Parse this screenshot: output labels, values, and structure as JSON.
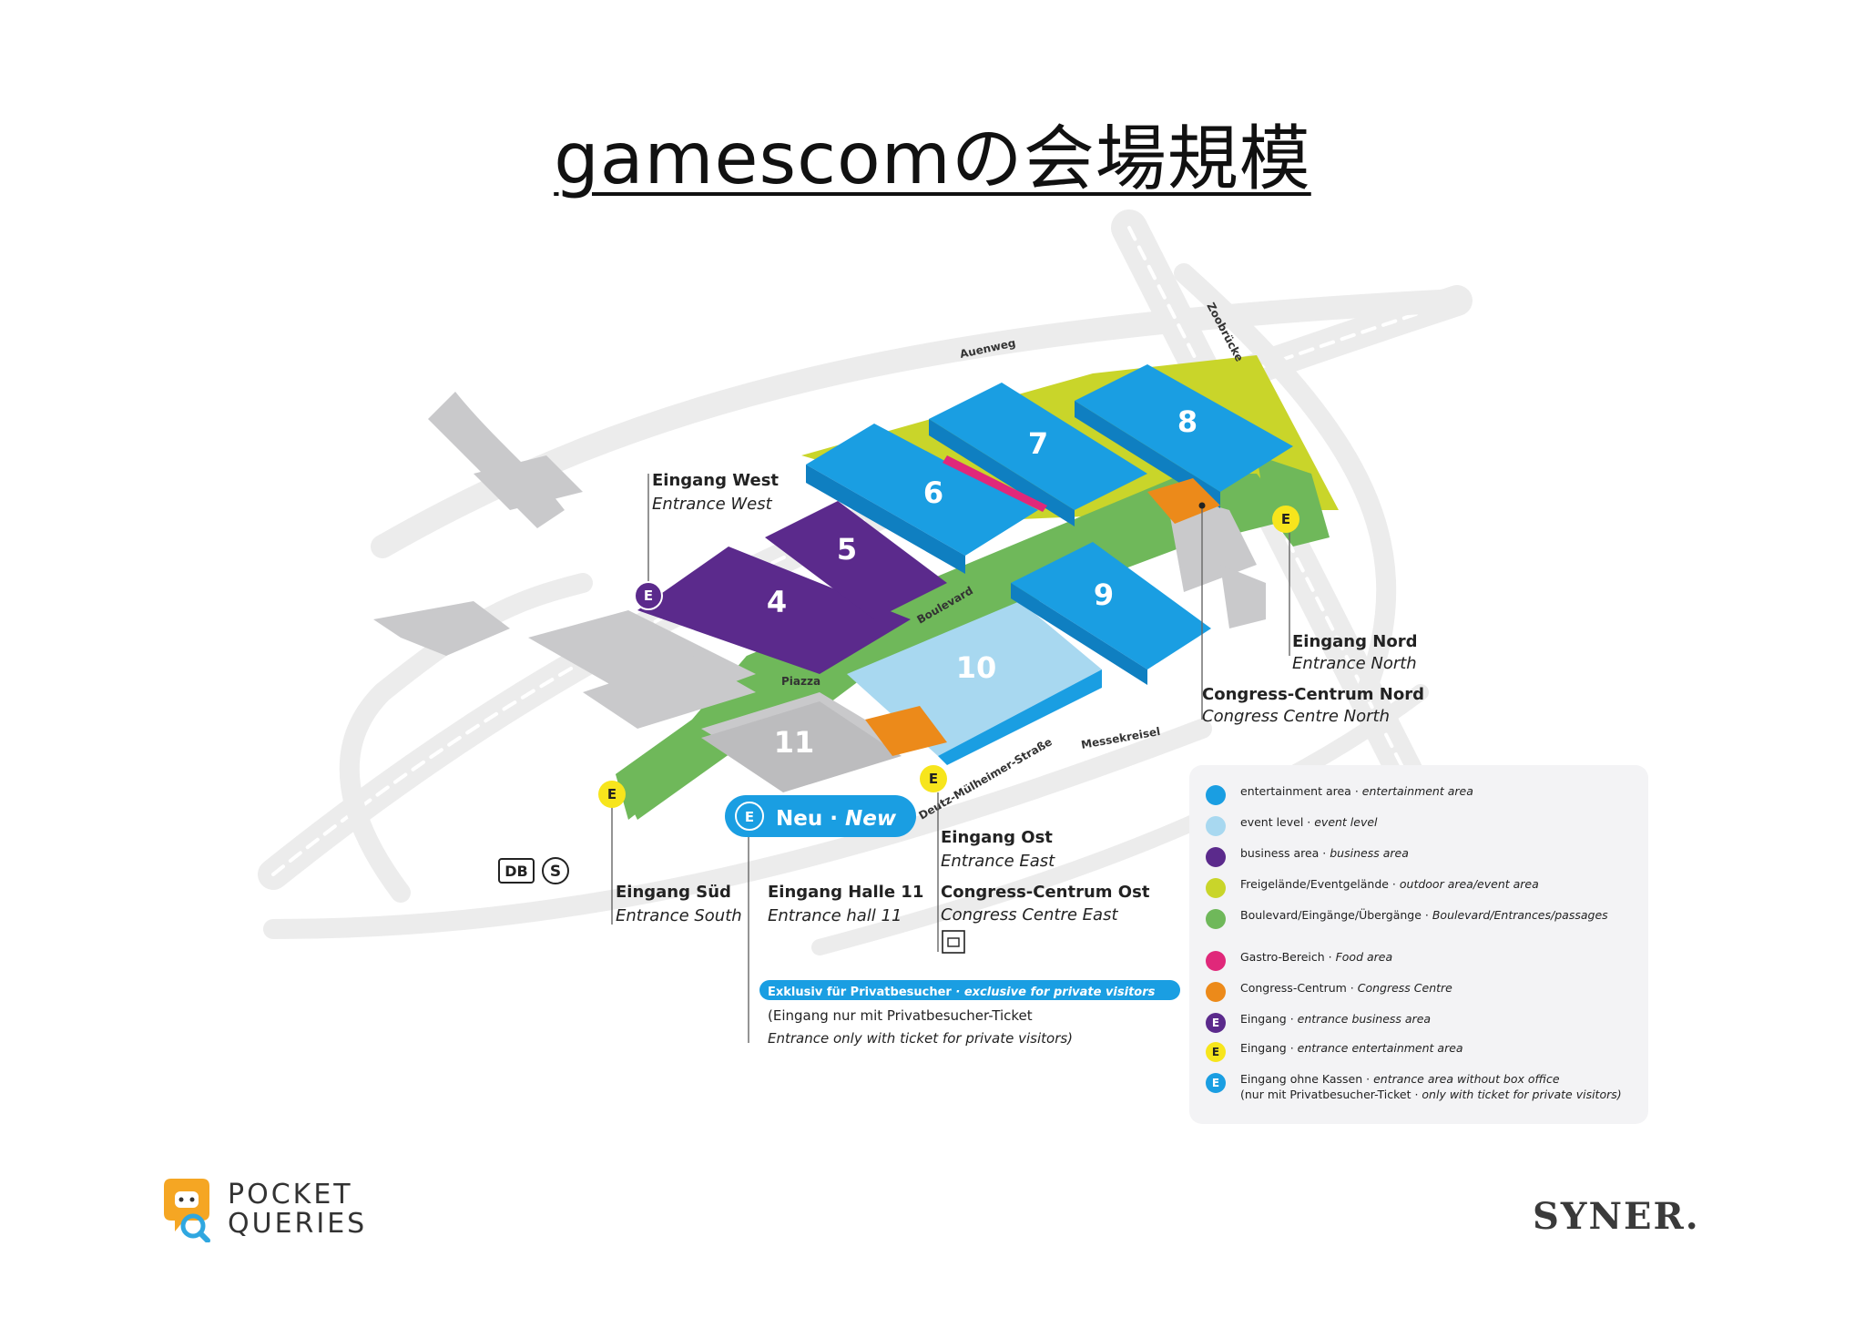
{
  "title": "gamescomの会場規模",
  "map": {
    "streets": {
      "auenweg": "Auenweg",
      "zoobruecke": "Zoobrücke",
      "boulevard": "Boulevard",
      "piazza": "Piazza",
      "deutz": "Deutz-Mülheimer-Straße",
      "messekreisel": "Messekreisel"
    },
    "halls": [
      {
        "id": "4",
        "label": "4"
      },
      {
        "id": "5",
        "label": "5"
      },
      {
        "id": "6",
        "label": "6"
      },
      {
        "id": "7",
        "label": "7"
      },
      {
        "id": "8",
        "label": "8"
      },
      {
        "id": "9",
        "label": "9"
      },
      {
        "id": "10",
        "label": "10"
      },
      {
        "id": "11",
        "label": "11"
      }
    ],
    "entrance_marker": "E",
    "entrances": {
      "west": {
        "de": "Eingang West",
        "en": "Entrance West"
      },
      "nord": {
        "de": "Eingang Nord",
        "en": "Entrance North"
      },
      "cc_nord": {
        "de": "Congress-Centrum Nord",
        "en": "Congress Centre North"
      },
      "ost": {
        "de": "Eingang Ost",
        "en": "Entrance East"
      },
      "cc_ost": {
        "de": "Congress-Centrum Ost",
        "en": "Congress Centre East"
      },
      "sued": {
        "de": "Eingang Süd",
        "en": "Entrance South"
      },
      "halle11": {
        "de": "Eingang Halle 11",
        "en": "Entrance hall 11"
      }
    },
    "new_badge": {
      "de": "Neu",
      "sep": " · ",
      "en": "New"
    },
    "db_label": "DB",
    "s_label": "S",
    "exclusive": {
      "highlight_de": "Exklusiv für Privatbesucher",
      "highlight_en": "· exclusive for private visitors",
      "line1": "(Eingang nur mit Privatbesucher-Ticket",
      "line2": "Entrance only with ticket for private visitors)"
    }
  },
  "colors": {
    "entertainment": "#1a9ee2",
    "event_level": "#a8d8f0",
    "business": "#5b2a8c",
    "outdoor": "#c9d52a",
    "boulevard": "#6fb85a",
    "gastro": "#e0287a",
    "congress": "#ec8a1a",
    "yellow_entrance": "#f7e51c",
    "grey_building": "#c9c9cb"
  },
  "legend": [
    {
      "color": "#1a9ee2",
      "de": "entertainment area",
      "en": "entertainment area",
      "marker": ""
    },
    {
      "color": "#a8d8f0",
      "de": "event level",
      "en": "event level",
      "marker": ""
    },
    {
      "color": "#5b2a8c",
      "de": "business area",
      "en": "business area",
      "marker": ""
    },
    {
      "color": "#c9d52a",
      "de": "Freigelände/Eventgelände",
      "en": "outdoor area/event area",
      "marker": ""
    },
    {
      "color": "#6fb85a",
      "de": "Boulevard/Eingänge/Übergänge",
      "en": "Boulevard/Entrances/passages",
      "marker": ""
    },
    {
      "color": "#e0287a",
      "de": "Gastro-Bereich",
      "en": "Food area",
      "marker": ""
    },
    {
      "color": "#ec8a1a",
      "de": "Congress-Centrum",
      "en": "Congress Centre",
      "marker": ""
    },
    {
      "color": "#5b2a8c",
      "de": "Eingang",
      "en": "entrance business area",
      "marker": "E"
    },
    {
      "color": "#f7e51c",
      "de": "Eingang",
      "en": "entrance entertainment area",
      "marker": "E"
    },
    {
      "color": "#1a9ee2",
      "de": "Eingang ohne Kassen",
      "en": "entrance area without box office",
      "marker": "E",
      "extra_de": "(nur mit Privatbesucher-Ticket",
      "extra_en": "only with ticket for private visitors)"
    }
  ],
  "logos": {
    "pocket_line1": "POCKET",
    "pocket_line2": "QUERIES",
    "syner": "SYNER."
  }
}
